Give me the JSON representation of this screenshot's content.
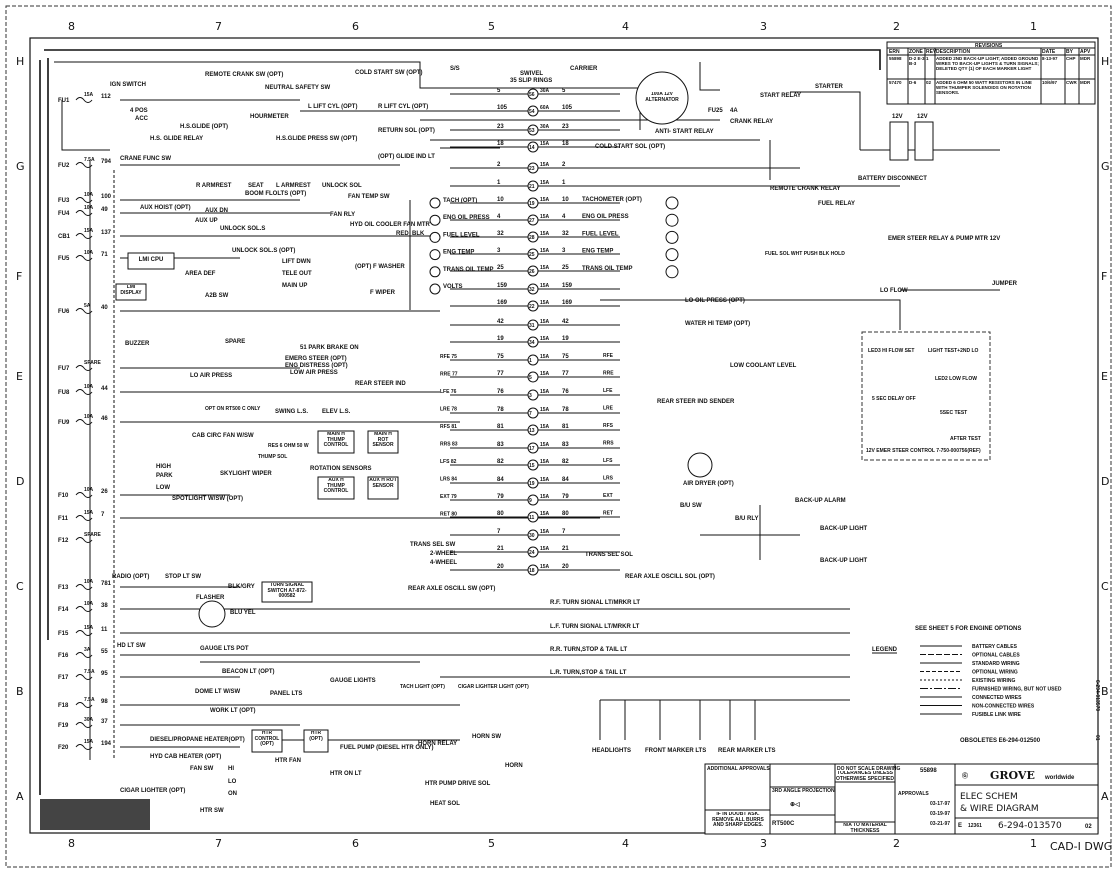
{
  "zones": {
    "columns": [
      "8",
      "7",
      "6",
      "5",
      "4",
      "3",
      "2",
      "1"
    ],
    "rows": [
      "H",
      "G",
      "F",
      "E",
      "D",
      "C",
      "B",
      "A"
    ]
  },
  "fuses": [
    {
      "id": "FU1",
      "rating": "15A",
      "wire": "112"
    },
    {
      "id": "FU2",
      "rating": "7.5A",
      "wire": "794"
    },
    {
      "id": "FU3",
      "rating": "10A",
      "wire": "100"
    },
    {
      "id": "FU4",
      "rating": "10A",
      "wire": "49"
    },
    {
      "id": "CB1",
      "rating": "15A",
      "wire": "137"
    },
    {
      "id": "FU5",
      "rating": "10A",
      "wire": "71"
    },
    {
      "id": "FU6",
      "rating": "5A",
      "wire": "40"
    },
    {
      "id": "FU7",
      "rating": "SPARE",
      "wire": ""
    },
    {
      "id": "FU8",
      "rating": "10A",
      "wire": "44"
    },
    {
      "id": "FU9",
      "rating": "10A",
      "wire": "46"
    },
    {
      "id": "F10",
      "rating": "10A",
      "wire": "26"
    },
    {
      "id": "F11",
      "rating": "15A",
      "wire": "7"
    },
    {
      "id": "F12",
      "rating": "SPARE",
      "wire": ""
    },
    {
      "id": "F13",
      "rating": "10A",
      "wire": "781"
    },
    {
      "id": "F14",
      "rating": "10A",
      "wire": "38"
    },
    {
      "id": "F15",
      "rating": "15A",
      "wire": "11"
    },
    {
      "id": "F16",
      "rating": "3A",
      "wire": "55"
    },
    {
      "id": "F17",
      "rating": "7.5A",
      "wire": "95"
    },
    {
      "id": "F18",
      "rating": "7.5A",
      "wire": "98"
    },
    {
      "id": "F19",
      "rating": "30A",
      "wire": "37"
    },
    {
      "id": "F20",
      "rating": "15A",
      "wire": "194"
    }
  ],
  "slip_rings": [
    {
      "wire": "5",
      "ring": "56",
      "amp": "30A"
    },
    {
      "wire": "105",
      "ring": "54",
      "amp": "60A"
    },
    {
      "wire": "23",
      "ring": "53",
      "amp": "30A"
    },
    {
      "wire": "18",
      "ring": "14",
      "amp": "15A"
    },
    {
      "wire": "2",
      "ring": "23",
      "amp": "15A"
    },
    {
      "wire": "1",
      "ring": "21",
      "amp": "15A"
    },
    {
      "wire": "10",
      "ring": "19",
      "amp": "15A"
    },
    {
      "wire": "4",
      "ring": "27",
      "amp": "15A"
    },
    {
      "wire": "32",
      "ring": "28",
      "amp": "15A"
    },
    {
      "wire": "3",
      "ring": "25",
      "amp": "15A"
    },
    {
      "wire": "25",
      "ring": "26",
      "amp": "15A"
    },
    {
      "wire": "159",
      "ring": "32",
      "amp": "15A"
    },
    {
      "wire": "169",
      "ring": "22",
      "amp": "15A"
    },
    {
      "wire": "42",
      "ring": "31",
      "amp": "15A"
    },
    {
      "wire": "19",
      "ring": "34",
      "amp": "15A"
    },
    {
      "wire": "75",
      "ring": "1",
      "amp": "15A"
    },
    {
      "wire": "77",
      "ring": "5",
      "amp": "15A"
    },
    {
      "wire": "76",
      "ring": "3",
      "amp": "15A"
    },
    {
      "wire": "78",
      "ring": "7",
      "amp": "15A"
    },
    {
      "wire": "81",
      "ring": "13",
      "amp": "15A"
    },
    {
      "wire": "83",
      "ring": "17",
      "amp": "15A"
    },
    {
      "wire": "82",
      "ring": "15",
      "amp": "15A"
    },
    {
      "wire": "84",
      "ring": "19",
      "amp": "15A"
    },
    {
      "wire": "79",
      "ring": "9",
      "amp": "15A"
    },
    {
      "wire": "80",
      "ring": "11",
      "amp": "15A"
    },
    {
      "wire": "7",
      "ring": "30",
      "amp": "15A"
    },
    {
      "wire": "21",
      "ring": "24",
      "amp": "15A"
    },
    {
      "wire": "20",
      "ring": "18",
      "amp": "15A"
    }
  ],
  "cab_gauges": [
    "TACH (OPT)",
    "ENG OIL PRESS",
    "FUEL LEVEL",
    "ENG TEMP",
    "TRANS OIL TEMP",
    "VOLTS"
  ],
  "carrier_gauges": [
    "TACHOMETER (OPT)",
    "ENG OIL PRESS",
    "FUEL LEVEL",
    "ENG TEMP",
    "TRANS OIL TEMP"
  ],
  "proximity_switches": [
    "RFE",
    "RRE",
    "LFE",
    "LRE",
    "RFS",
    "RRS",
    "LFS",
    "LRS",
    "EXT",
    "RET"
  ],
  "steer_switch_labels": [
    "RFE 75",
    "RRE 77",
    "LFE 76",
    "LRE 78",
    "RFS 81",
    "RRS 83",
    "LFS 82",
    "LRS 84",
    "EXT 79",
    "RET 80"
  ],
  "labels": {
    "ss": "S/S",
    "carrier": "CARRIER",
    "swivel": "SWIVEL",
    "slip_rings": "35 SLIP RINGS",
    "ign_switch": "IGN SWITCH",
    "four_pos": "4 POS",
    "acc": "ACC",
    "remote_crank": "REMOTE CRANK SW (OPT)",
    "neutral_safety": "NEUTRAL SAFETY SW",
    "cold_start_sw": "COLD START SW (OPT)",
    "hourmeter": "HOURMETER",
    "l_lift_cyl": "L LIFT CYL (OPT)",
    "r_lift_cyl": "R LIFT CYL (OPT)",
    "hs_glide": "H.S.GLIDE (OPT)",
    "hs_glide_relay": "H.S. GLIDE RELAY",
    "hs_glide_press": "H.S.GLIDE PRESS SW (OPT)",
    "return_sol": "RETURN SOL (OPT)",
    "glide_ind": "(OPT) GLIDE IND LT",
    "crane_func": "CRANE FUNC SW",
    "r_armrest": "R ARMREST",
    "seat": "SEAT",
    "l_armrest": "L ARMREST",
    "unlock_sol": "UNLOCK SOL",
    "aux_hoist": "AUX HOIST (OPT)",
    "aux_dn": "AUX DN",
    "aux_up": "AUX UP",
    "unlock_sols": "UNLOCK SOL.S",
    "boom_flolts": "BOOM FLOLTS (OPT)",
    "fan_temp": "FAN TEMP SW",
    "fan_rly": "FAN RLY",
    "hyd_oil_cooler": "HYD OIL COOLER FAN MTR",
    "red": "RED",
    "blk": "BLK",
    "lmi_cpu": "LMI CPU",
    "lmi_display": "LMI DISPLAY",
    "area_def": "AREA DEF",
    "a2b": "A2B SW",
    "unlock_sols_opt": "UNLOCK SOL.S (OPT)",
    "lift_dwn": "LIFT DWN",
    "tele_out": "TELE OUT",
    "main_up": "MAIN UP",
    "f_washer": "(OPT) F WASHER",
    "f_wiper": "F WIPER",
    "alternator": "100A 12V ALTERNATOR",
    "anti_start": "ANTI- START RELAY",
    "crank_relay": "CRANK RELAY",
    "start_relay": "START RELAY",
    "starter": "STARTER",
    "fu25": "FU25",
    "fu25_amp": "4A",
    "cold_start_sol": "COLD START SOL (OPT)",
    "remote_crank_relay": "REMOTE CRANK RELAY",
    "fuel_relay": "FUEL RELAY",
    "fuel_sol": "FUEL SOL WHT PUSH BLK HOLD",
    "battery_disconnect": "BATTERY DISCONNECT",
    "v12a": "12V",
    "v12b": "12V",
    "emer_steer_relay": "EMER STEER RELAY & PUMP MTR 12V",
    "jumper": "JUMPER",
    "lo_flow": "LO FLOW",
    "led3": "LED3 HI FLOW SET",
    "light_test": "LIGHT TEST+2ND LO",
    "led2": "LED2 LOW FLOW",
    "sec_test": "5SEC TEST",
    "after_test": "AFTER TEST",
    "delay": "5 SEC DELAY OFF",
    "emer_steer_control": "12V EMER STEER CONTROL 7-750-000756(REF)",
    "buzzer": "BUZZER",
    "spare": "SPARE",
    "park_brake": "51 PARK BRAKE ON",
    "emerg_steer": "EMERG STEER (OPT)",
    "eng_distress": "ENG DISTRESS (OPT)",
    "low_air_press": "LOW AIR PRESS",
    "lo_air_press": "LO AIR PRESS",
    "rear_steer_ind": "REAR STEER IND",
    "opt_on": "OPT ON RT500 C ONLY",
    "swing_ls": "SWING L.S.",
    "elev_ls": "ELEV L.S.",
    "cab_circ": "CAB CIRC FAN W/SW",
    "skylight": "SKYLIGHT WIPER",
    "high": "HIGH",
    "park": "PARK",
    "low": "LOW",
    "spotlight": "SPOTLIGHT W/SW (OPT)",
    "thump_sol": "THUMP SOL",
    "res": "RES 6 OHM 50 W",
    "main_thump": "MAIN H THUMP CONTROL",
    "main_rot": "MAIN H ROT SENSOR",
    "aux_thump": "AUX H THUMP CONTROL",
    "aux_rot": "AUX H ROT SENSOR",
    "rotation_sensors": "ROTATION SENSORS",
    "lo_oil_press": "LO OIL PRESS (OPT)",
    "water_hi_temp": "WATER HI TEMP (OPT)",
    "low_coolant": "LOW COOLANT LEVEL",
    "rear_steer_sender": "REAR STEER IND SENDER",
    "air_dryer": "AIR DRYER (OPT)",
    "bu_sw": "B/U SW",
    "bu_rly": "B/U RLY",
    "backup_alarm": "BACK-UP ALARM",
    "backup_light": "BACK-UP LIGHT",
    "trans_sel_sw": "TRANS SEL SW",
    "two_wheel": "2-WHEEL",
    "four_wheel": "4-WHEEL",
    "trans_sel_sol": "TRANS SEL SOL",
    "rear_axle_sw": "REAR AXLE OSCILL SW (OPT)",
    "rear_axle_sol": "REAR AXLE OSCILL SOL (OPT)",
    "radio": "RADIO (OPT)",
    "stop_lt_sw": "STOP LT SW",
    "flasher": "FLASHER",
    "blk_gry": "BLK/GRY",
    "blu_yel": "BLU YEL",
    "turn_signal": "TURN SIGNAL SWITCH A7-872-000582",
    "hd_lt_sw": "HD LT SW",
    "gauge_lts_pot": "GAUGE LTS POT",
    "panel_lts": "PANEL LTS",
    "gauge_lights": "GAUGE LIGHTS",
    "tach_light": "TACH LIGHT (OPT)",
    "cigar_light": "CIGAR LIGHTER LIGHT (OPT)",
    "beacon": "BEACON LT (OPT)",
    "dome": "DOME LT W/SW",
    "work": "WORK LT (OPT)",
    "diesel_heater": "DIESEL/PROPANE HEATER(OPT)",
    "hyd_cab_heater": "HYD CAB HEATER (OPT)",
    "htr_control": "HTR CONTROL (OPT)",
    "htr": "HTR (OPT)",
    "fuel_pump": "FUEL PUMP (DIESEL HTR ONLY)",
    "htr_fan": "HTR FAN",
    "fan_sw": "FAN SW",
    "hi": "HI",
    "lo": "LO",
    "on": "ON",
    "htr_sw": "HTR SW",
    "htr_on_lt": "HTR ON LT",
    "htr_pump": "HTR PUMP DRIVE SOL",
    "heat_sol": "HEAT SOL",
    "cigar_lighter": "CIGAR LIGHTER (OPT)",
    "horn_relay": "HORN RELAY",
    "horn_sw": "HORN SW",
    "horn": "HORN",
    "rf_turn": "R.F. TURN SIGNAL LT/MRKR LT",
    "lf_turn": "L.F. TURN SIGNAL LT/MRKR LT",
    "rr_turn": "R.R. TURN,STOP & TAIL LT",
    "lr_turn": "L.R. TURN,STOP & TAIL LT",
    "headlights": "HEADLIGHTS",
    "front_marker": "FRONT MARKER LTS",
    "rear_marker": "REAR MARKER LTS"
  },
  "legend": {
    "engine_note": "SEE SHEET 5 FOR ENGINE OPTIONS",
    "title": "LEGEND",
    "items": [
      "BATTERY CABLES",
      "OPTIONAL CABLES",
      "STANDARD WIRING",
      "OPTIONAL WIRING",
      "EXISTING WIRING",
      "FURNISHED WIRING, BUT NOT USED",
      "CONNECTED WIRES",
      "NON-CONNECTED WIRES",
      "FUSIBLE LINK WIRE"
    ],
    "obsoletes": "OBSOLETES E6-294-012500"
  },
  "revisions": {
    "title": "REVISIONS",
    "headers": [
      "ERN",
      "ZONE",
      "REV",
      "DESCRIPTION",
      "DATE",
      "BY",
      "APV"
    ],
    "rows": [
      [
        "55898",
        "D-2 E-3 B-3",
        "1",
        "ADDED 2ND BACK-UP LIGHT; ADDED GROUND WIRES TO BACK-UP LIGHTS & TURN SIGNALS; DELETED QTY (1) OF EACH MARKER LIGHT",
        "8-13-97",
        "CHP",
        "MDR"
      ],
      [
        "57470",
        "D-6",
        "02",
        "ADDED 6 OHM 50 WATT RESISTORS IN LINE WITH THUMPER SOLENOIDS ON ROTATION SENSORS.",
        "10/6/97",
        "CWR",
        "MDR"
      ]
    ]
  },
  "title_block": {
    "company": "GROVE",
    "company_suffix": "worldwide",
    "title_line1": "ELEC SCHEM",
    "title_line2": "& WIRE DIAGRAM",
    "dwg_no": "6-294-013570",
    "rev": "02",
    "size": "E",
    "cage": "12361",
    "ern": "55898",
    "model": "RT500C",
    "additional_approvals": "ADDITIONAL APPROVALS",
    "tolerances": "TOLERANCES UNLESS OTHERWISE SPECIFIED",
    "do_not_scale": "DO NOT SCALE DRAWING",
    "projection": "3RD ANGLE PROJECTION",
    "break_edges": "IF IN DOUBT ASK. REMOVE ALL BURRS AND SHARP EDGES.",
    "material": "N/A TO MATERIAL THICKNESS",
    "approvals": "APPROVALS",
    "date1": "03-17-97",
    "date2": "03-19-97",
    "date3": "03-21-97",
    "cad": "CAD-I DWG",
    "side_dwg": "6-294-013570",
    "side_rev": "01"
  }
}
